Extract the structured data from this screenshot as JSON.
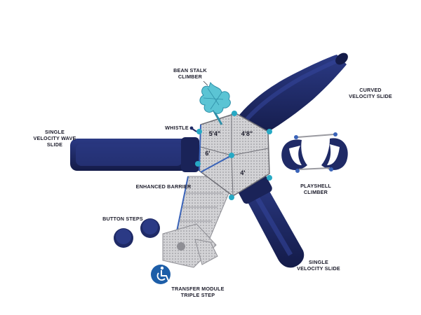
{
  "labels": {
    "bean_stalk_climber": [
      "BEAN STALK",
      "CLIMBER"
    ],
    "curved_velocity_slide": [
      "CURVED",
      "VELOCITY SLIDE"
    ],
    "whistle": [
      "WHISTLE"
    ],
    "single_velocity_wave_slide": [
      "SINGLE",
      "VELOCITY WAVE",
      "SLIDE"
    ],
    "enhanced_barrier": [
      "ENHANCED BARRIER"
    ],
    "playshell_climber": [
      "PLAYSHELL",
      "CLIMBER"
    ],
    "button_steps": [
      "BUTTON STEPS"
    ],
    "single_velocity_slide": [
      "SINGLE",
      "VELOCITY SLIDE"
    ],
    "transfer_module": [
      "TRANSFER MODULE",
      "TRIPLE STEP"
    ]
  },
  "deck_heights": {
    "top_left": "5'4\"",
    "top_right": "4'8\"",
    "left": "6'",
    "bottom_right": "4'"
  },
  "colors": {
    "slide_navy": "#1f2a66",
    "slide_dark": "#131a45",
    "deck_gray": "#c9c9cc",
    "post_teal": "#27a9c4",
    "leaf_teal": "#5bc4d4",
    "trim_blue": "#3a63b8",
    "accessibility_blue": "#1d5ea8"
  },
  "icons": {
    "accessibility": "wheelchair-icon"
  }
}
